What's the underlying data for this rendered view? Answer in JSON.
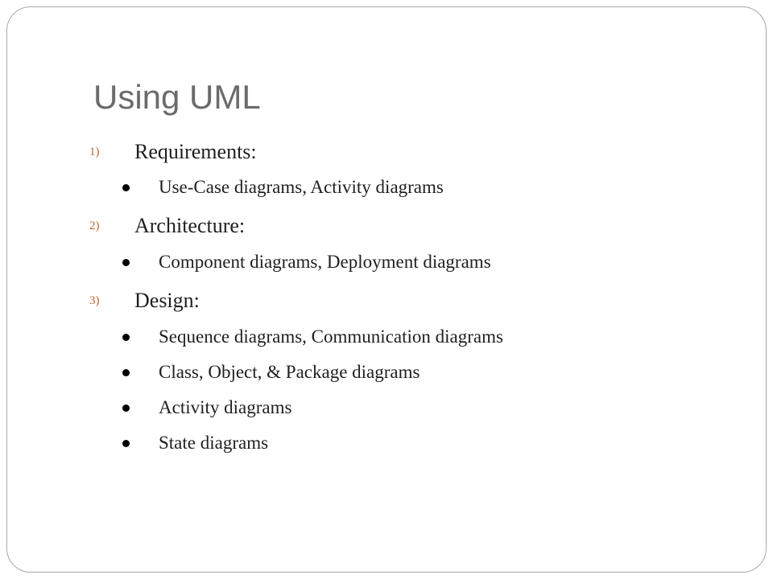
{
  "slide": {
    "title": "Using UML",
    "items": [
      {
        "number": "1)",
        "text": "Requirements:"
      },
      {
        "text": "Use-Case diagrams, Activity diagrams"
      },
      {
        "number": "2)",
        "text": "Architecture:"
      },
      {
        "text": "Component diagrams, Deployment diagrams"
      },
      {
        "number": "3)",
        "text": "Design:"
      },
      {
        "text": "Sequence diagrams, Communication diagrams"
      },
      {
        "text": "Class, Object, & Package diagrams"
      },
      {
        "text": "Activity diagrams"
      },
      {
        "text": "State diagrams"
      }
    ]
  },
  "colors": {
    "title": "#6b6b6b",
    "number": "#c0642f",
    "body_text": "#1f1f1f",
    "border": "#a8a8a8"
  }
}
